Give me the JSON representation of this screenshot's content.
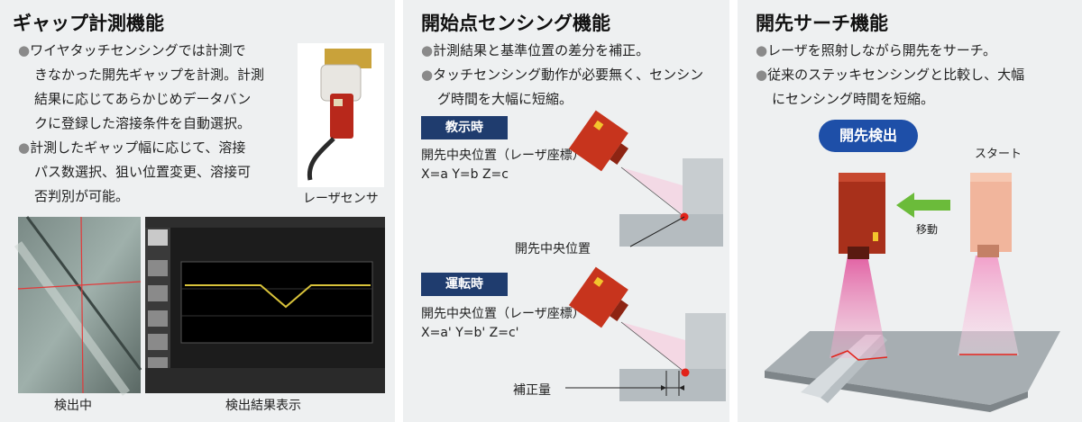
{
  "panel1": {
    "title": "ギャップ計測機能",
    "bullet1": [
      "ワイヤタッチセンシングでは計測で",
      "きなかった開先ギャップを計測。計測",
      "結果に応じてあらかじめデータバン",
      "クに登録した溶接条件を自動選択。"
    ],
    "bullet2": [
      "計測したギャップ幅に応じて、溶接",
      "パス数選択、狙い位置変更、溶接可",
      "否判別が可能。"
    ],
    "sensor_caption": "レーザセンサ",
    "photo_caption": "検出中",
    "screen_caption": "検出結果表示"
  },
  "panel2": {
    "title": "開始点センシング機能",
    "bullet1": [
      "計測結果と基準位置の差分を補正。"
    ],
    "bullet2": [
      "タッチセンシング動作が必要無く、センシン",
      "グ時間を大幅に短縮。"
    ],
    "teach_tag": "教示時",
    "teach_label": "開先中央位置（レーザ座標）",
    "teach_coords": "X=a Y=b Z=c",
    "teach_point_label": "開先中央位置",
    "run_tag": "運転時",
    "run_label": "開先中央位置（レーザ座標）",
    "run_coords": "X=a' Y=b' Z=c'",
    "correction_label": "補正量"
  },
  "panel3": {
    "title": "開先サーチ機能",
    "bullet1": [
      "レーザを照射しながら開先をサーチ。"
    ],
    "bullet2": [
      "従来のステッキセンシングと比較し、大幅",
      "にセンシング時間を短縮。"
    ],
    "badge": "開先検出",
    "start_label": "スタート",
    "move_label": "移動"
  },
  "colors": {
    "tag": "#1f3c6e",
    "badge": "#1e4fa8",
    "sensor": "#c7341d",
    "arrow": "#6bbb3a"
  }
}
